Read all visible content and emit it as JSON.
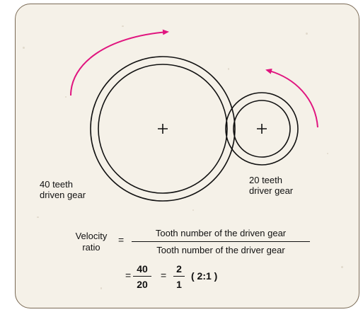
{
  "colors": {
    "frame": "#7a6a55",
    "background": "#f5f1e8",
    "gear_stroke": "#111111",
    "arrow": "#e0157f"
  },
  "large_gear": {
    "line1": "40 teeth",
    "line2": "driven gear"
  },
  "small_gear": {
    "line1": "20 teeth",
    "line2": "driver gear"
  },
  "formula": {
    "lhs_line1": "Velocity",
    "lhs_line2": "ratio",
    "equals": "=",
    "numerator": "Tooth number of the driven gear",
    "denominator": "Tooth number of the driver gear",
    "value_numerator": "40",
    "value_denominator": "20",
    "result_numerator": "2",
    "result_denominator": "1",
    "ratio_text": "( 2:1 )"
  }
}
